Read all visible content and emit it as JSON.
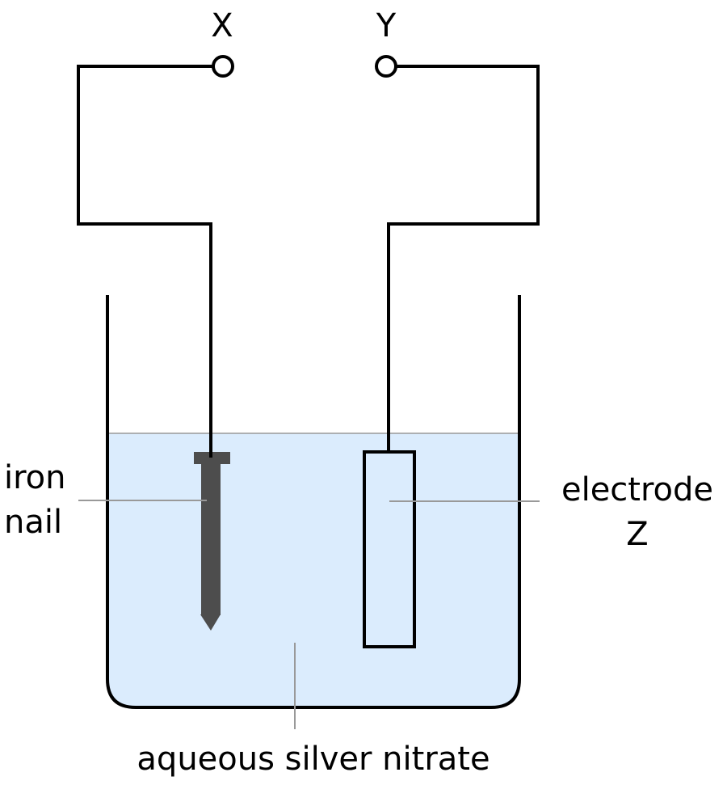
{
  "labels": {
    "terminal_x": "X",
    "terminal_y": "Y",
    "iron_nail_line1": "iron",
    "iron_nail_line2": "nail",
    "electrode_line1": "electrode",
    "electrode_line2": "Z",
    "solution": "aqueous silver nitrate"
  },
  "colors": {
    "solution": "#dbecfd",
    "nail": "#4d4d4d",
    "leader_line": "#999999",
    "wire": "#000000"
  }
}
